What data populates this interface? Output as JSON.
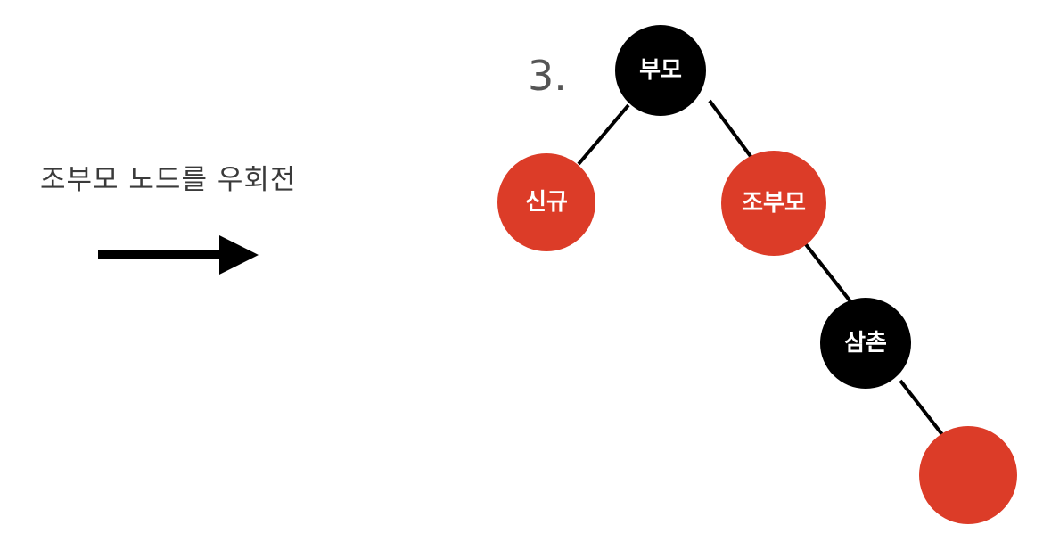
{
  "caption": "조부모 노드를 우회전",
  "step": "3.",
  "colors": {
    "red_node": "#dc3c28",
    "black_node": "#000000",
    "edge": "#000000",
    "label": "#ffffff"
  },
  "tree": {
    "nodes": {
      "parent": {
        "label": "부모",
        "color": "black"
      },
      "new": {
        "label": "신규",
        "color": "red"
      },
      "grandparent": {
        "label": "조부모",
        "color": "red"
      },
      "uncle": {
        "label": "삼촌",
        "color": "black"
      },
      "leaf": {
        "label": "",
        "color": "red"
      }
    },
    "edges": [
      [
        "parent",
        "new"
      ],
      [
        "parent",
        "grandparent"
      ],
      [
        "grandparent",
        "uncle"
      ],
      [
        "uncle",
        "leaf"
      ]
    ]
  }
}
